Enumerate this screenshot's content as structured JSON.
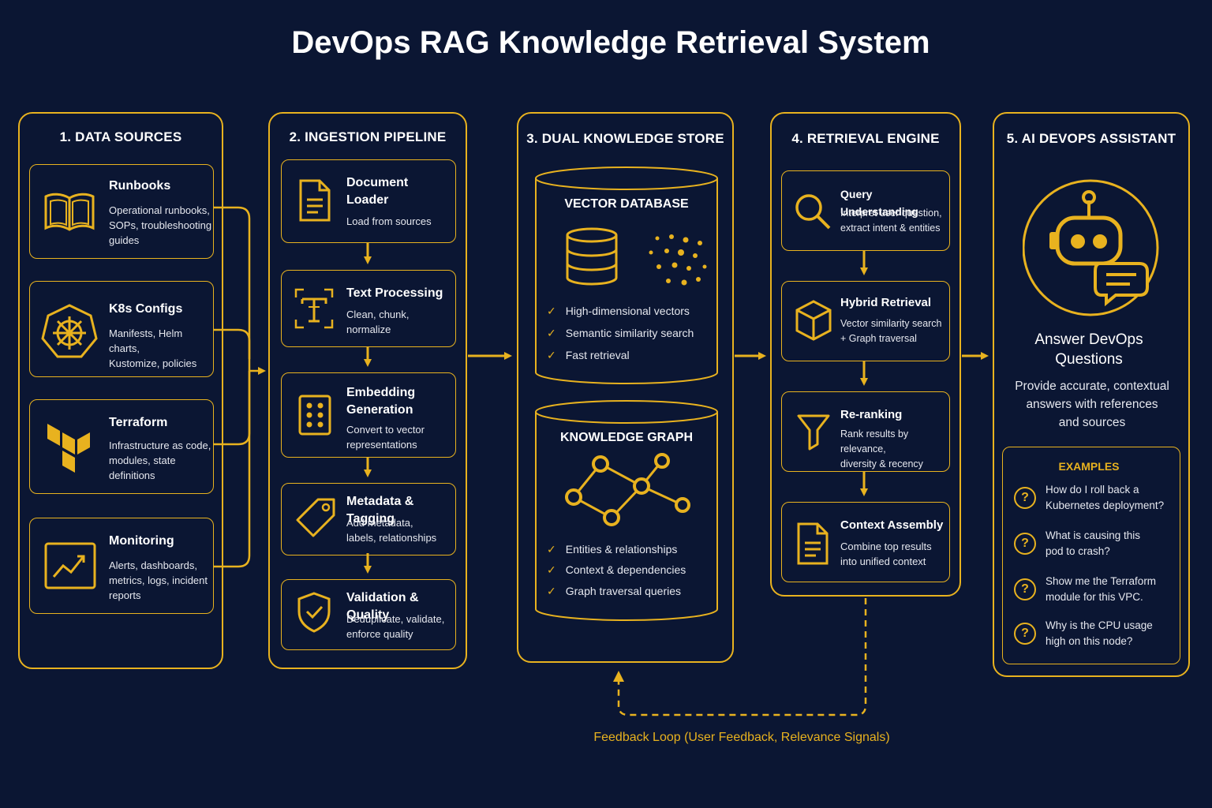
{
  "title": "DevOps RAG Knowledge Retrieval System",
  "colors": {
    "background": "#0b1633",
    "accent": "#e8b21f",
    "text": "#ffffff"
  },
  "sources": {
    "title": "1. DATA SOURCES",
    "items": [
      {
        "icon": "book-icon",
        "title": "Runbooks",
        "desc": [
          "Operational runbooks,",
          "SOPs, troubleshooting",
          "guides"
        ]
      },
      {
        "icon": "kubernetes-helm-icon",
        "title": "K8s Configs",
        "desc": [
          "Manifests, Helm charts,",
          "Kustomize, policies"
        ]
      },
      {
        "icon": "terraform-icon",
        "title": "Terraform",
        "desc": [
          "Infrastructure as code,",
          "modules, state",
          "definitions"
        ]
      },
      {
        "icon": "monitoring-chart-icon",
        "title": "Monitoring",
        "desc": [
          "Alerts, dashboards,",
          "metrics, logs, incident",
          "reports"
        ]
      }
    ]
  },
  "ingestion": {
    "title": "2. INGESTION PIPELINE",
    "items": [
      {
        "icon": "document-icon",
        "title": [
          "Document",
          "Loader"
        ],
        "desc": [
          "Load from sources"
        ]
      },
      {
        "icon": "text-processing-icon",
        "title": [
          "Text Processing"
        ],
        "desc": [
          "Clean, chunk,",
          "normalize"
        ]
      },
      {
        "icon": "embedding-grid-icon",
        "title": [
          "Embedding",
          "Generation"
        ],
        "desc": [
          "Convert to vector",
          "representations"
        ]
      },
      {
        "icon": "tag-icon",
        "title": [
          "Metadata & Tagging"
        ],
        "desc": [
          "Add metadata,",
          "labels, relationships"
        ]
      },
      {
        "icon": "shield-check-icon",
        "title": [
          "Validation & Quality"
        ],
        "desc": [
          "Deduplicate, validate,",
          "enforce quality"
        ]
      }
    ]
  },
  "store": {
    "title": "3. DUAL KNOWLEDGE STORE",
    "vector": {
      "title": "VECTOR DATABASE",
      "bullets": [
        "High-dimensional vectors",
        "Semantic similarity search",
        "Fast retrieval"
      ]
    },
    "graph": {
      "title": "KNOWLEDGE GRAPH",
      "bullets": [
        "Entities & relationships",
        "Context & dependencies",
        "Graph traversal queries"
      ]
    }
  },
  "retrieval": {
    "title": "4. RETRIEVAL ENGINE",
    "items": [
      {
        "icon": "search-icon",
        "title": "Query Understanding",
        "desc": [
          "Interpret user question,",
          "extract intent & entities"
        ]
      },
      {
        "icon": "cube-icon",
        "title": "Hybrid Retrieval",
        "desc": [
          "Vector similarity search",
          "+ Graph traversal"
        ]
      },
      {
        "icon": "funnel-icon",
        "title": "Re-ranking",
        "desc": [
          "Rank results by relevance,",
          "diversity & recency"
        ]
      },
      {
        "icon": "document-icon",
        "title": "Context Assembly",
        "desc": [
          "Combine top results",
          "into unified context"
        ]
      }
    ]
  },
  "assistant": {
    "title": "5. AI DEVOPS ASSISTANT",
    "heading": [
      "Answer DevOps",
      "Questions"
    ],
    "desc": [
      "Provide accurate, contextual",
      "answers with references",
      "and sources"
    ],
    "examples_title": "EXAMPLES",
    "examples": [
      [
        "How do I roll back a",
        "Kubernetes deployment?"
      ],
      [
        "What is causing this",
        "pod to crash?"
      ],
      [
        "Show me the Terraform",
        "module for this VPC."
      ],
      [
        "Why is the CPU usage",
        "high on this node?"
      ]
    ]
  },
  "feedback": "Feedback Loop (User Feedback, Relevance Signals)"
}
